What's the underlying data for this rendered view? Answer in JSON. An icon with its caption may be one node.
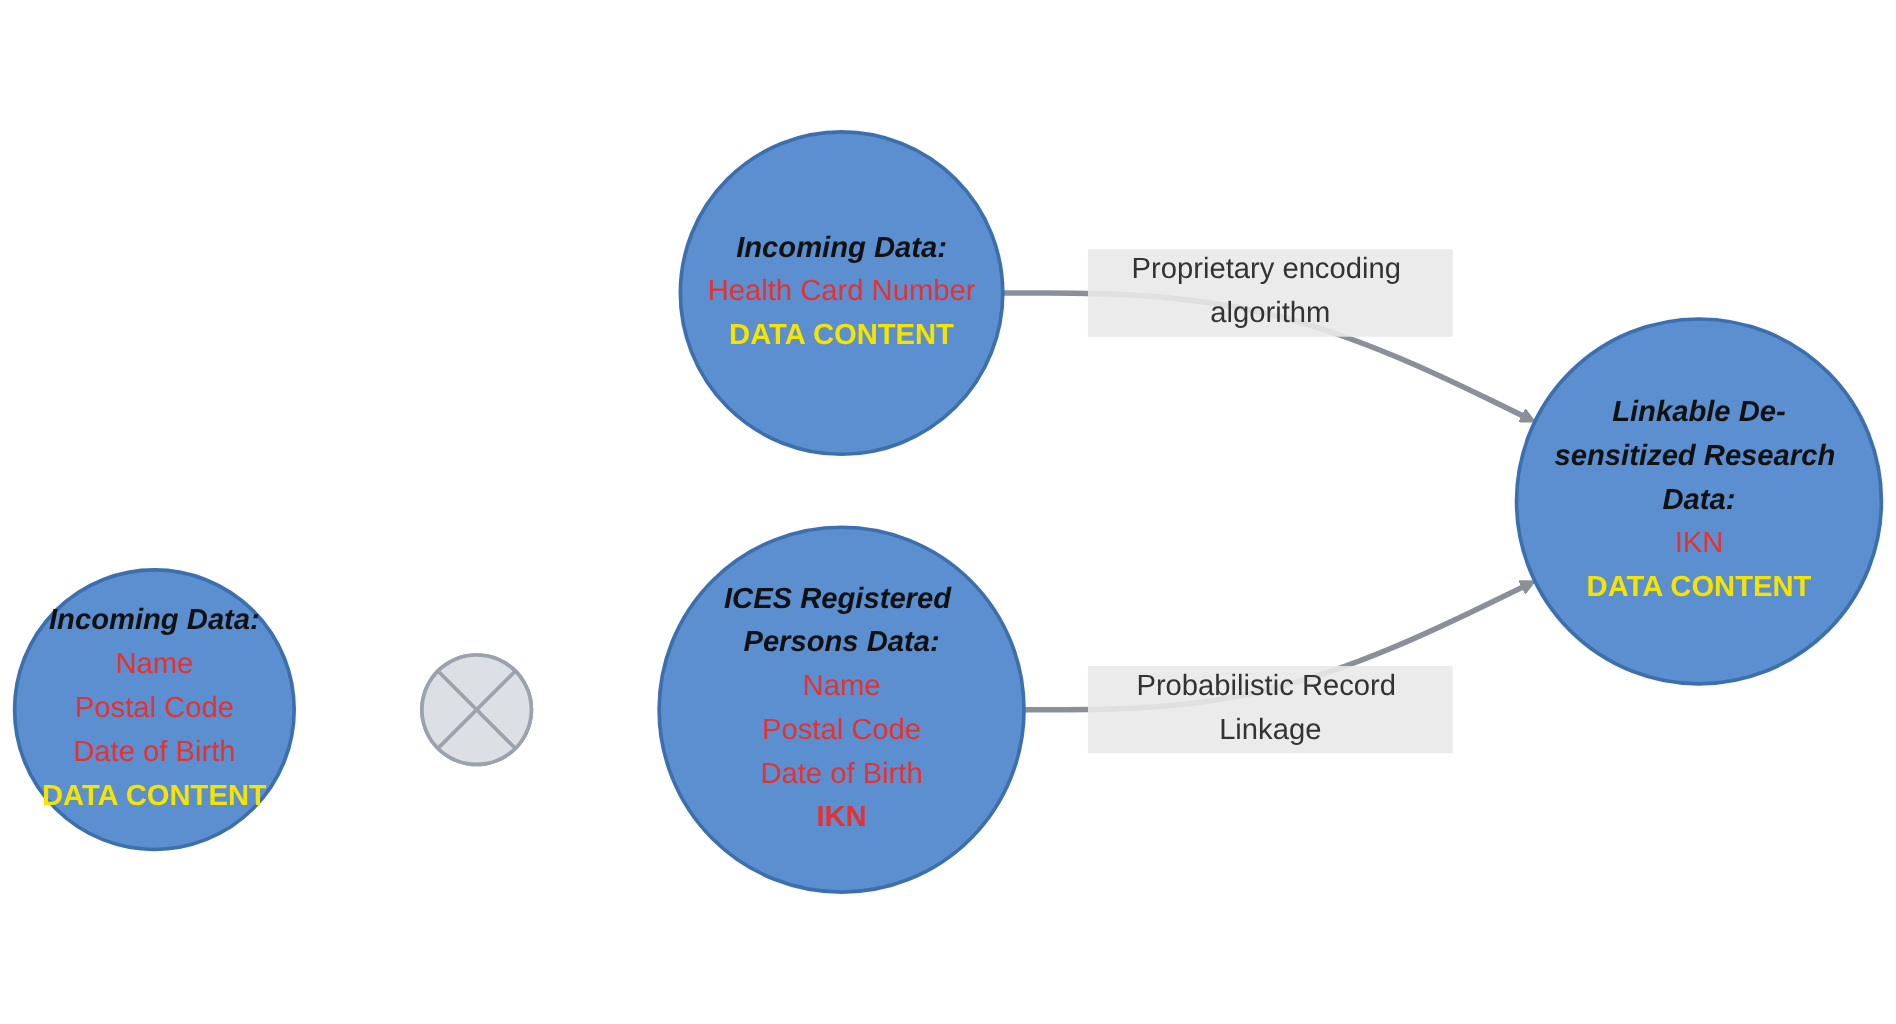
{
  "diagram": {
    "nodes": [
      {
        "text": [
          "Incoming Data:",
          "Health Card Number",
          "DATA CONTENT"
        ]
      },
      {
        "text": [
          "Linkable De-sensitized Research Data:",
          "IKN",
          "DATA CONTENT"
        ]
      },
      {
        "text": [
          "Incoming Data:",
          "Name",
          "Postal Code",
          "Date of Birth",
          "DATA CONTENT"
        ]
      },
      {
        "text": [],
        "shape": "cross"
      },
      {
        "text": [
          "ICES Registered Persons Data:",
          "Name",
          "Postal Code",
          "Date of Birth",
          "IKN"
        ]
      }
    ],
    "edges": [
      {
        "from": 0,
        "to": 1,
        "arrow": "to",
        "label": "Proprietary encoding algorithm"
      },
      {
        "from": 4,
        "to": 1,
        "arrow": "to",
        "label": "Probabilistic Record Linkage"
      }
    ]
  }
}
